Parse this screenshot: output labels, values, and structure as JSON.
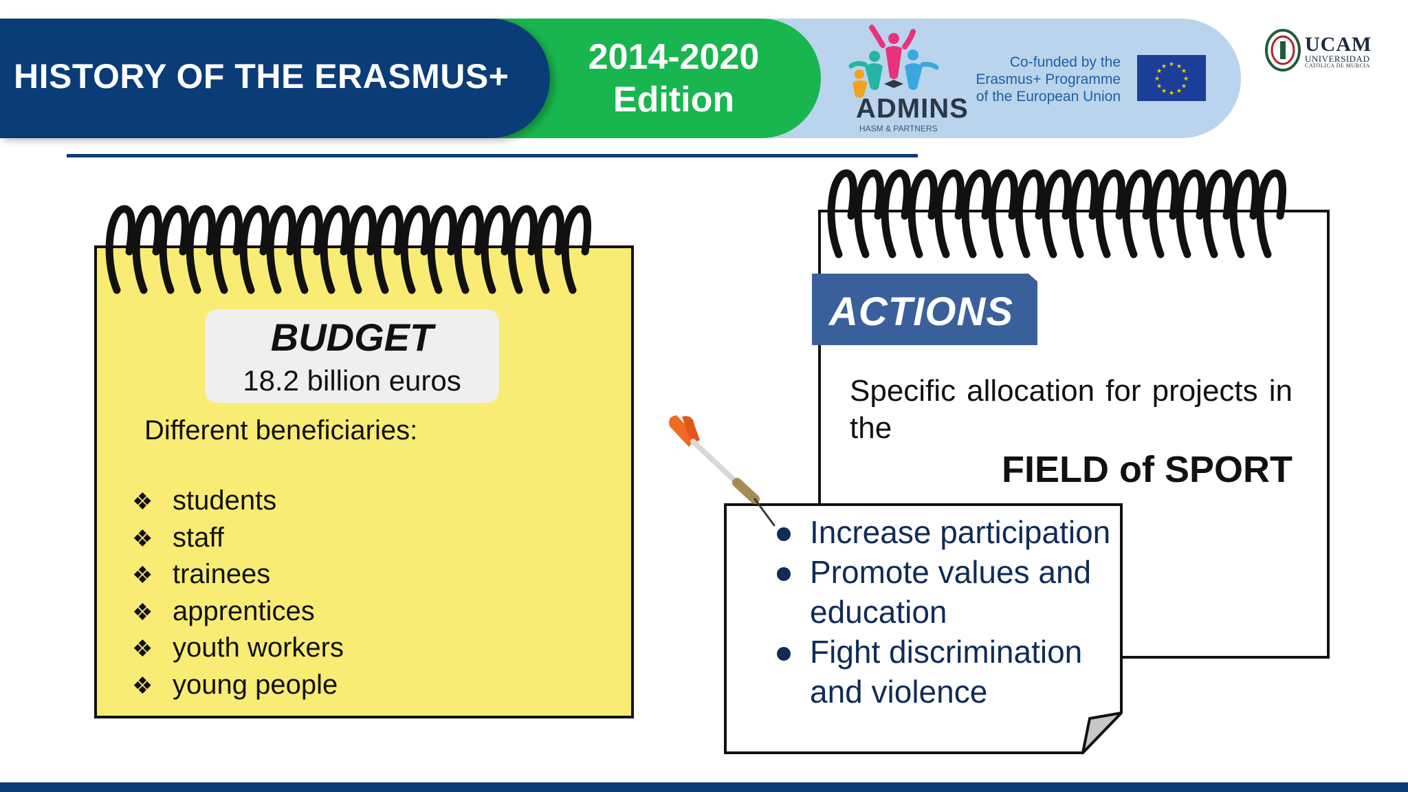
{
  "header": {
    "title": "HISTORY OF THE ERASMUS+",
    "edition_years": "2014-2020",
    "edition_label": "Edition",
    "partner_logo": {
      "name": "ADMINS",
      "subtitle": "HASM & PARTNERS",
      "icon": "people-figures-logo-icon"
    },
    "cofunding": [
      "Co-funded by the",
      "Erasmus+ Programme",
      "of the European Union"
    ],
    "eu_flag_icon": "eu-flag-icon",
    "university": {
      "name": "UCAM",
      "line1": "UNIVERSIDAD",
      "line2": "CATÓLICA DE MURCIA",
      "icon": "university-seal-icon"
    }
  },
  "budget_card": {
    "title": "BUDGET",
    "value": "18.2 billion euros",
    "beneficiaries_intro": "Different beneficiaries:",
    "bullet_glyph": "❖",
    "beneficiaries": [
      "students",
      "staff",
      "trainees",
      "apprentices",
      "youth workers",
      "young people"
    ]
  },
  "actions_card": {
    "tab_label": "ACTIONS",
    "allocation_text": "Specific allocation for projects in the",
    "field": "FIELD of SPORT",
    "goals": [
      "Increase participation",
      "Promote values and education",
      "Fight discrimination and violence"
    ]
  },
  "colors": {
    "navy": "#0a3c78",
    "green": "#19b54e",
    "light_blue": "#b9d4ec",
    "notebook_yellow": "#f8ec74",
    "actions_tab": "#3a609c",
    "goal_text": "#0f2c57"
  }
}
